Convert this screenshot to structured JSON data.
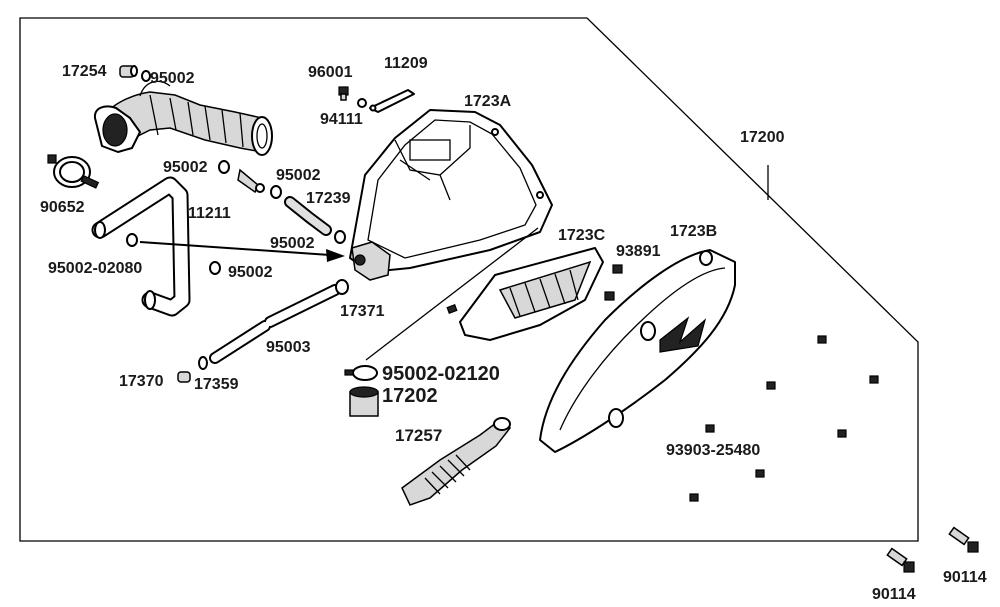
{
  "labels": {
    "l17254": "17254",
    "l95002_a": "95002",
    "l96001": "96001",
    "l11209": "11209",
    "l1723a": "1723A",
    "l94111": "94111",
    "l17200": "17200",
    "l95002_b": "95002",
    "l95002_c": "95002",
    "l17239": "17239",
    "l90652": "90652",
    "l11211": "11211",
    "l95002_d": "95002",
    "l95002_02080": "95002-02080",
    "l95002_e": "95002",
    "l1723c": "1723C",
    "l93891": "93891",
    "l1723b": "1723B",
    "l17371": "17371",
    "l95003": "95003",
    "l17370": "17370",
    "l17359": "17359",
    "l95002_02120": "95002-02120",
    "l17202": "17202",
    "l17257": "17257",
    "l93903_25480": "93903-25480",
    "l90114_a": "90114",
    "l90114_b": "90114"
  }
}
